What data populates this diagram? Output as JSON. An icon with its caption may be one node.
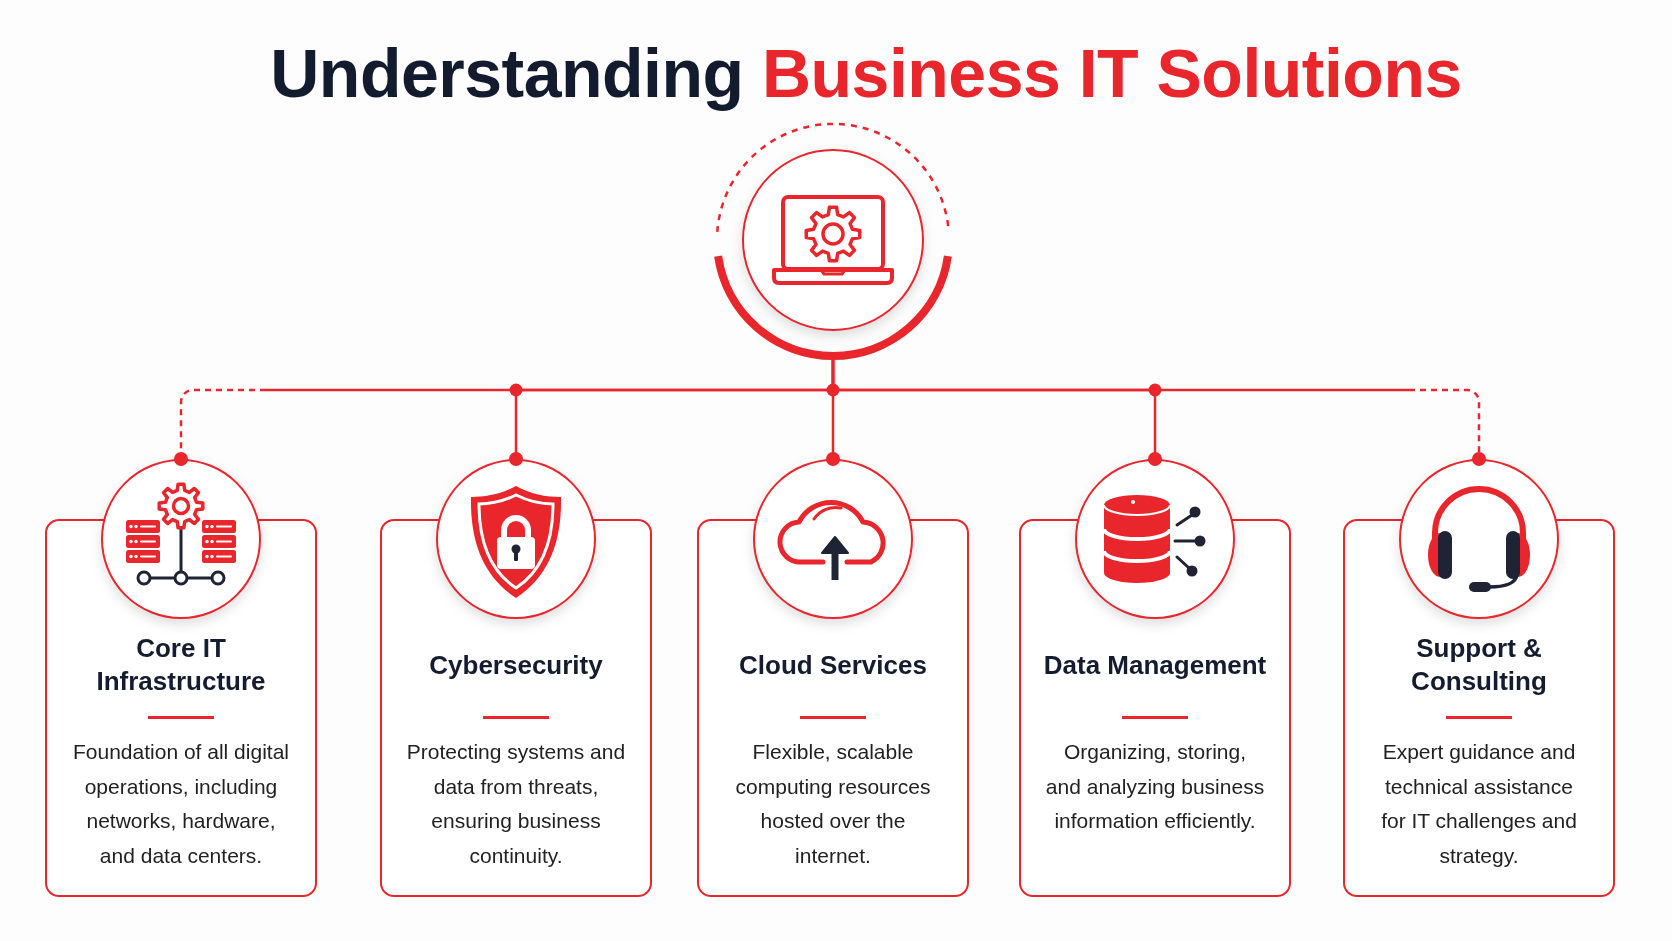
{
  "diagram": {
    "title": "Understanding **Business IT Solutions**",
    "nodes": [
      {
        "text": [],
        "shape": "circle"
      },
      {
        "text": [],
        "shape": "circle"
      },
      {
        "text": [],
        "shape": "circle"
      },
      {
        "text": [],
        "shape": "circle"
      },
      {
        "text": [],
        "shape": "circle"
      },
      {
        "text": [],
        "shape": "circle"
      },
      {
        "text": [
          "Core IT Infrastructure",
          "Foundation of all digital operations, including networks, hardware, and data centers."
        ]
      },
      {
        "text": [
          "Cybersecurity",
          "Protecting systems and data from threats, ensuring business continuity."
        ]
      },
      {
        "text": [
          "Cloud Services",
          "Flexible, scalable computing resources hosted over the internet."
        ]
      },
      {
        "text": [
          "Data Management",
          "Organizing, storing, and analyzing business information efficiently."
        ]
      },
      {
        "text": [
          "Support & Consulting",
          "Expert guidance and technical assistance for IT challenges and strategy."
        ]
      }
    ],
    "edges": [
      {
        "from": 0,
        "to": 1,
        "arrow": "other",
        "style": "dashed"
      },
      {
        "from": 0,
        "to": 2,
        "arrow": "other"
      },
      {
        "from": 0,
        "to": 3,
        "arrow": "other"
      },
      {
        "from": 0,
        "to": 4,
        "arrow": "other"
      },
      {
        "from": 0,
        "to": 5,
        "arrow": "other",
        "style": "dashed"
      }
    ]
  }
}
